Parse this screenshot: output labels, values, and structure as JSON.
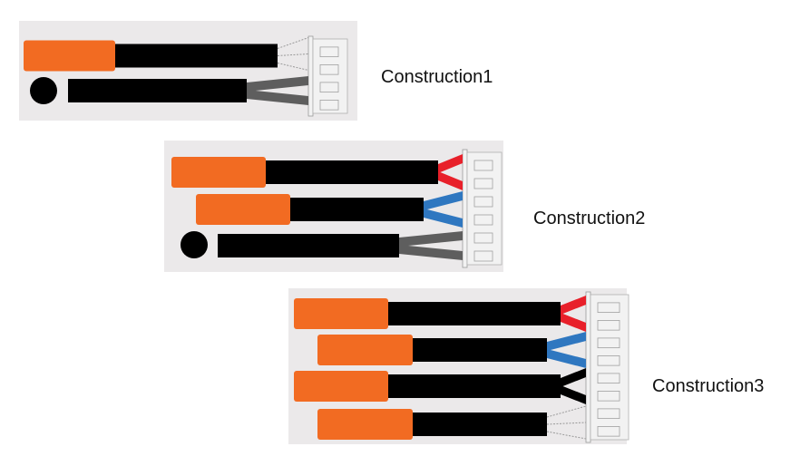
{
  "constructions": [
    {
      "label": "Construction1",
      "sensors": [
        {
          "type": "flat",
          "wire_color": "white"
        },
        {
          "type": "bulb",
          "wire_color": "gray"
        }
      ],
      "connector_pins": 4
    },
    {
      "label": "Construction2",
      "sensors": [
        {
          "type": "flat",
          "wire_color": "red"
        },
        {
          "type": "flat",
          "wire_color": "blue"
        },
        {
          "type": "bulb",
          "wire_color": "gray"
        }
      ],
      "connector_pins": 6
    },
    {
      "label": "Construction3",
      "sensors": [
        {
          "type": "flat",
          "wire_color": "red"
        },
        {
          "type": "flat",
          "wire_color": "blue"
        },
        {
          "type": "flat",
          "wire_color": "black"
        },
        {
          "type": "flat",
          "wire_color": "white"
        }
      ],
      "connector_pins": 8
    }
  ],
  "colors": {
    "panel": "#ebe9ea",
    "probe": "#f26b22",
    "cable": "#000000",
    "red": "#e8202a",
    "blue": "#2f77c0",
    "gray": "#5e5e5e",
    "black": "#000000",
    "white": "#ffffff",
    "connector": "#f2f2f2"
  }
}
